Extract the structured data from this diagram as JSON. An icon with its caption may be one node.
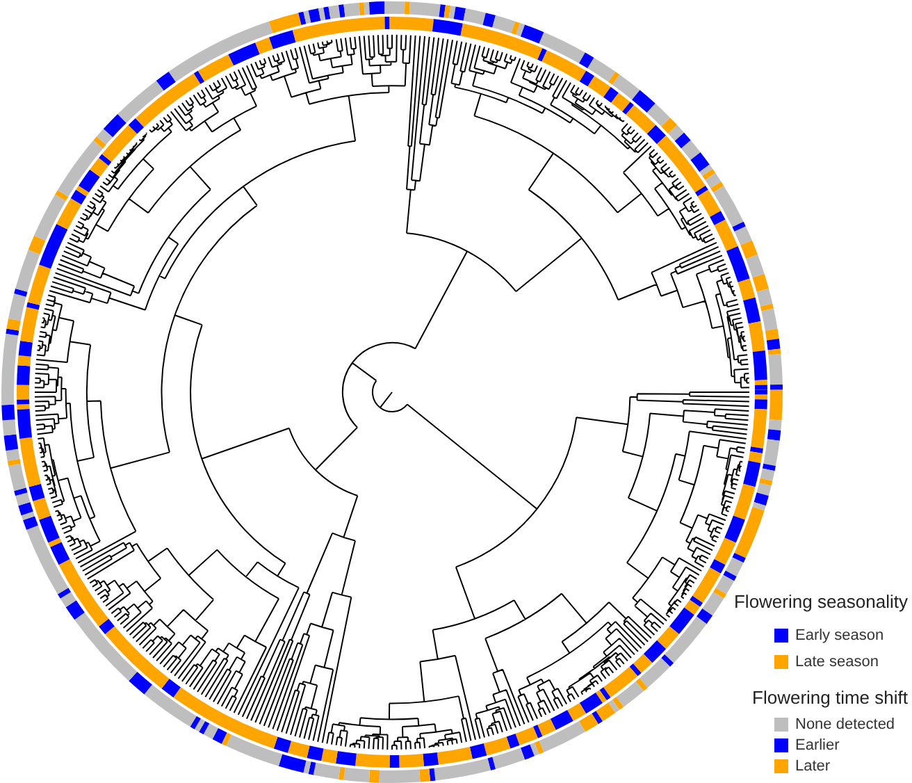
{
  "diagram": {
    "labels": [
      "Flowering seasonality",
      "Flowering time shift"
    ],
    "legend": [
      {
        "text": "Early season",
        "color": "#0000ff"
      },
      {
        "text": "Late season",
        "color": "#ffa500"
      },
      {
        "text": "None detected",
        "color": "#bebebe"
      },
      {
        "text": "Earlier",
        "color": "#0000ff"
      },
      {
        "text": "Later",
        "color": "#ffa500"
      }
    ]
  }
}
